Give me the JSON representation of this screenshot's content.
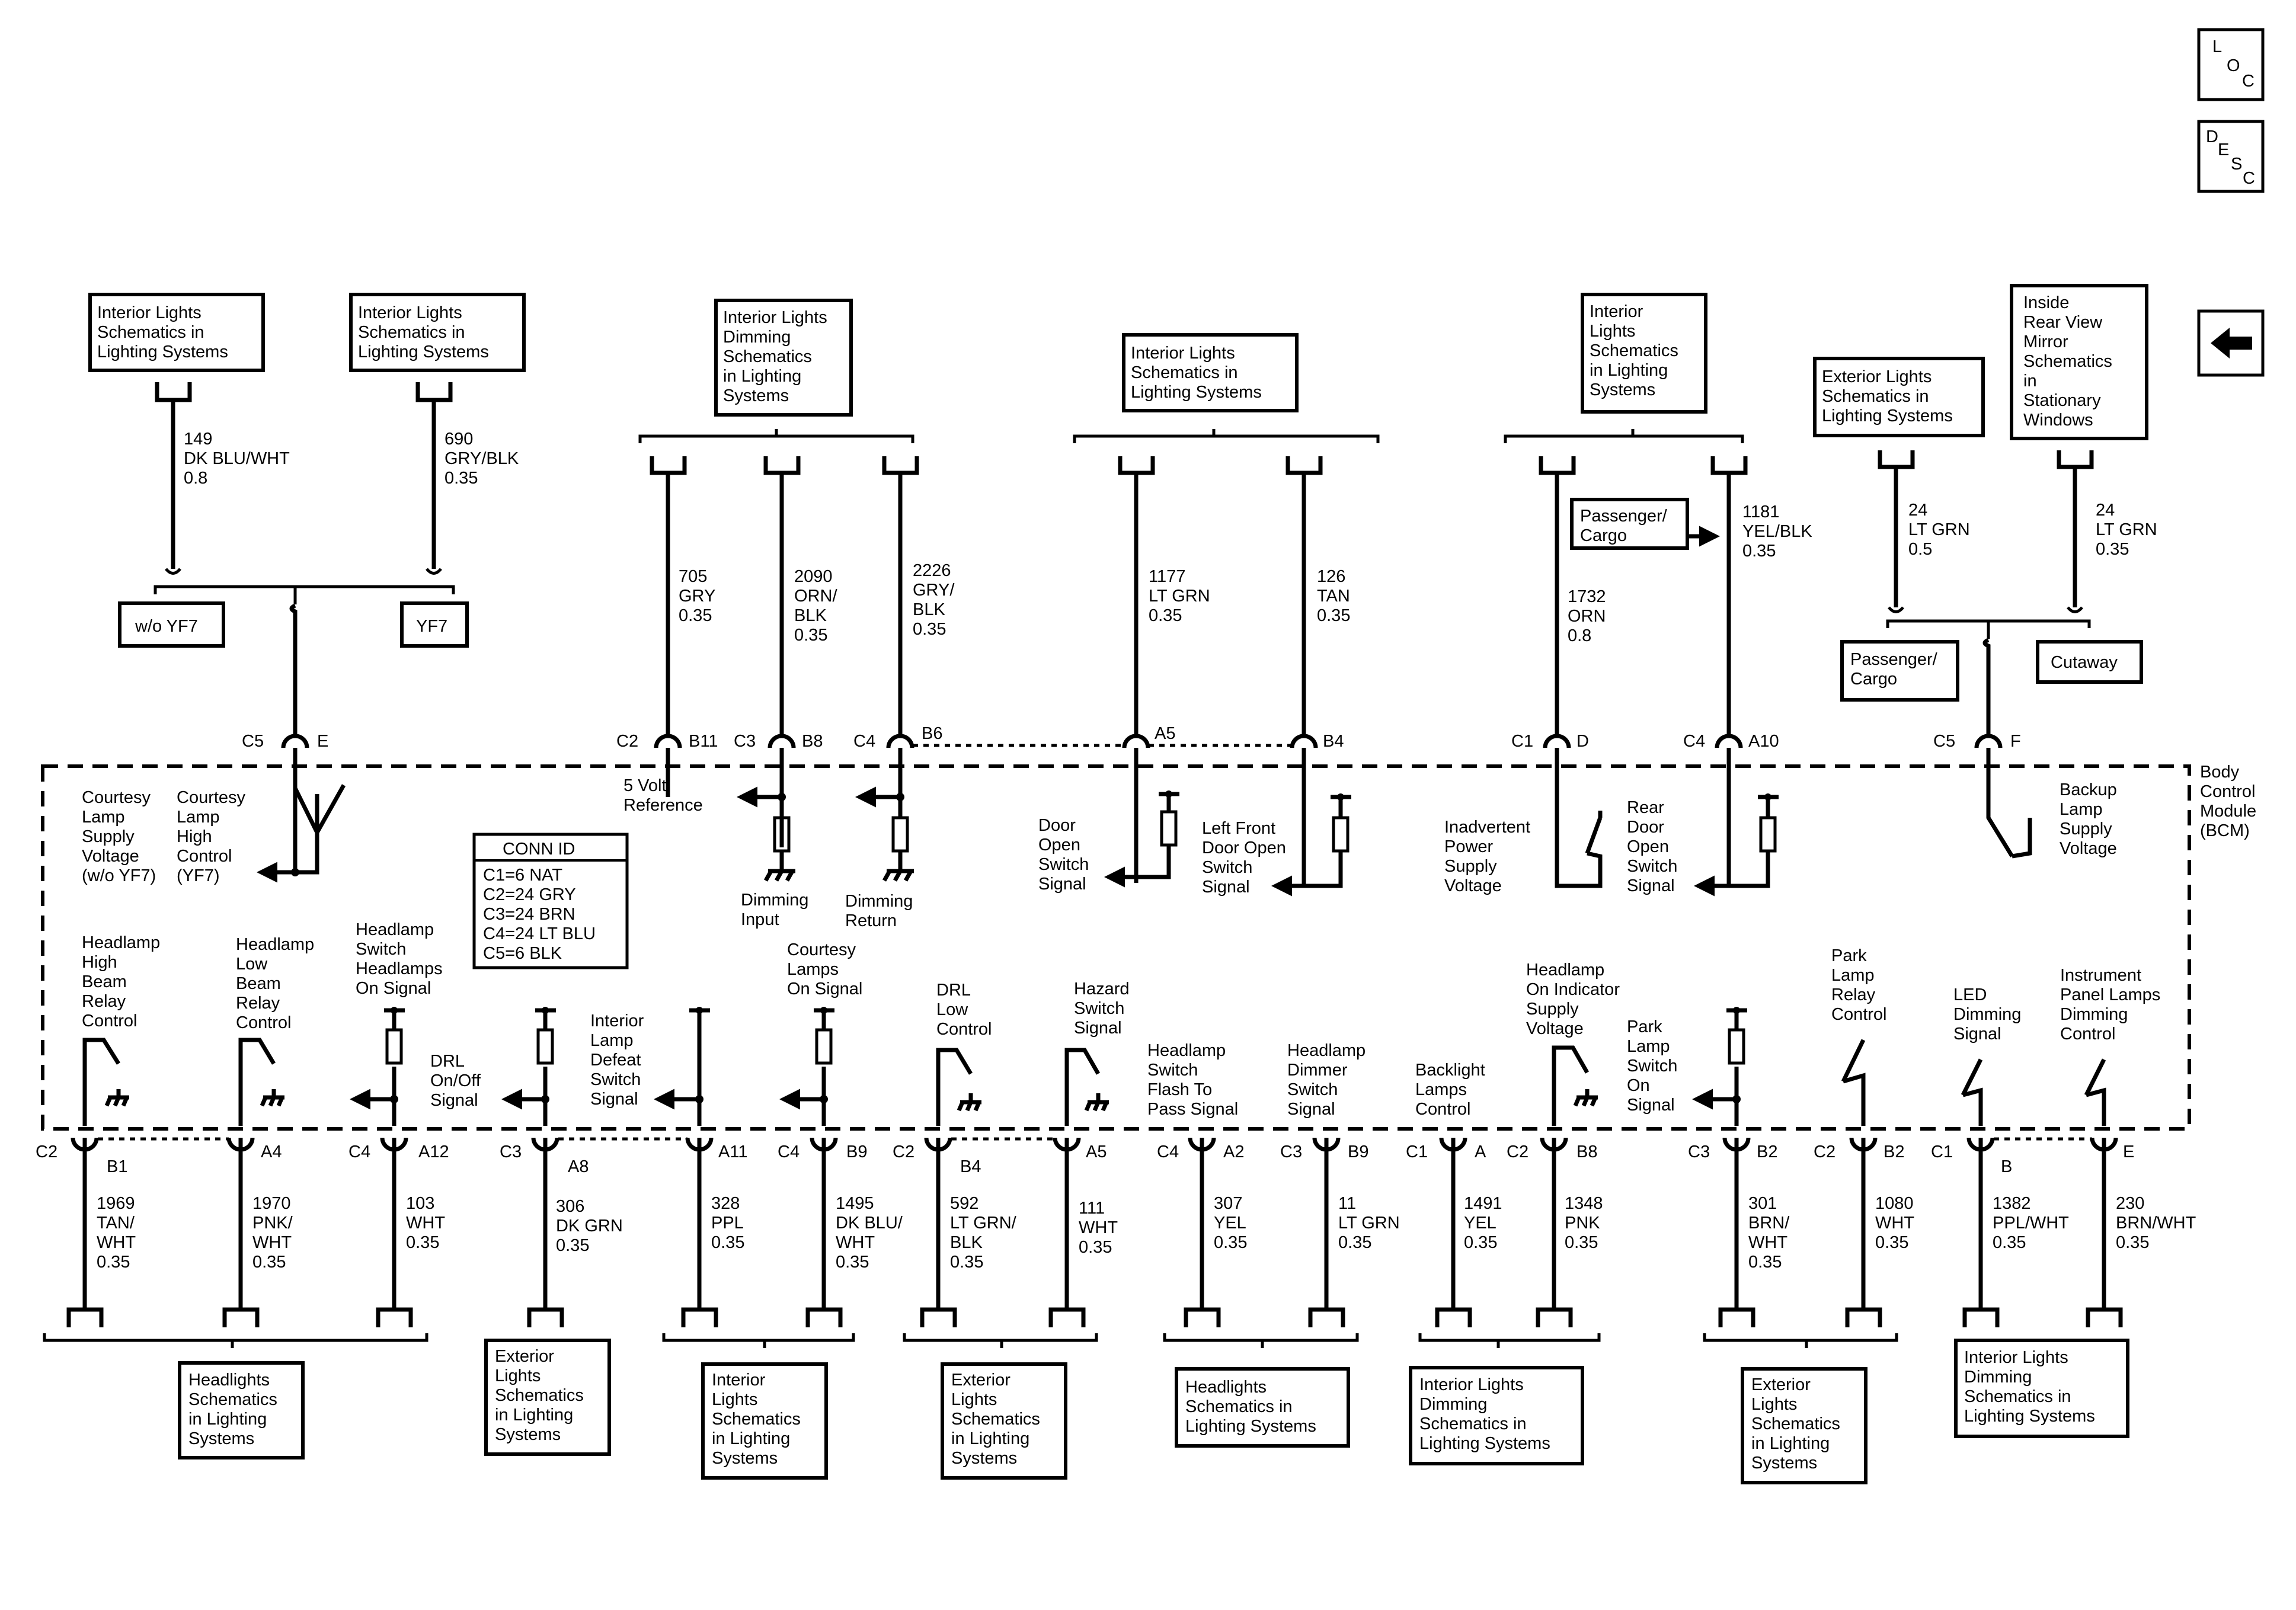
{
  "nav": {
    "loc": [
      "L",
      "O",
      "C"
    ],
    "desc": [
      "D",
      "E",
      "S",
      "C"
    ],
    "back_arrow": "left-arrow-icon"
  },
  "module": {
    "name": [
      "Body",
      "Control",
      "Module",
      "(BCM)"
    ]
  },
  "conn_id": {
    "title": "CONN ID",
    "rows": [
      "C1=6 NAT",
      "C2=24 GRY",
      "C3=24 BRN",
      "C4=24 LT BLU",
      "C5=6 BLK"
    ]
  },
  "options": {
    "wo_yf7": "w/o YF7",
    "yf7": "YF7",
    "passenger_cargo": [
      "Passenger/",
      "Cargo"
    ],
    "cutaway": "Cutaway"
  },
  "top_refs": [
    [
      "Interior Lights",
      "Schematics in",
      "Lighting Systems"
    ],
    [
      "Interior Lights",
      "Schematics in",
      "Lighting Systems"
    ],
    [
      "Interior Lights",
      "Dimming",
      "Schematics",
      "in Lighting",
      "Systems"
    ],
    [
      "Interior Lights",
      "Schematics in",
      "Lighting Systems"
    ],
    [
      "Interior",
      "Lights",
      "Schematics",
      "in Lighting",
      "Systems"
    ],
    [
      "Exterior Lights",
      "Schematics in",
      "Lighting Systems"
    ],
    [
      "Inside",
      "Rear View",
      "Mirror",
      "Schematics",
      "in",
      "Stationary",
      "Windows"
    ]
  ],
  "bottom_refs": [
    [
      "Headlights",
      "Schematics",
      "in Lighting",
      "Systems"
    ],
    [
      "Exterior",
      "Lights",
      "Schematics",
      "in Lighting",
      "Systems"
    ],
    [
      "Interior",
      "Lights",
      "Schematics",
      "in Lighting",
      "Systems"
    ],
    [
      "Exterior",
      "Lights",
      "Schematics",
      "in Lighting",
      "Systems"
    ],
    [
      "Headlights",
      "Schematics in",
      "Lighting Systems"
    ],
    [
      "Interior Lights",
      "Dimming",
      "Schematics in",
      "Lighting Systems"
    ],
    [
      "Exterior",
      "Lights",
      "Schematics",
      "in Lighting",
      "Systems"
    ],
    [
      "Interior Lights",
      "Dimming",
      "Schematics in",
      "Lighting Systems"
    ]
  ],
  "top_wires": [
    [
      "149",
      "DK BLU/WHT",
      "0.8"
    ],
    [
      "690",
      "GRY/BLK",
      "0.35"
    ],
    [
      "705",
      "GRY",
      "0.35"
    ],
    [
      "2090",
      "ORN/",
      "BLK",
      "0.35"
    ],
    [
      "2226",
      "GRY/",
      "BLK",
      "0.35"
    ],
    [
      "1177",
      "LT GRN",
      "0.35"
    ],
    [
      "126",
      "TAN",
      "0.35"
    ],
    [
      "1732",
      "ORN",
      "0.8"
    ],
    [
      "1181",
      "YEL/BLK",
      "0.35"
    ],
    [
      "24",
      "LT GRN",
      "0.5"
    ],
    [
      "24",
      "LT GRN",
      "0.35"
    ]
  ],
  "top_pins": [
    [
      "C5",
      "E"
    ],
    [
      "C2",
      "B11"
    ],
    [
      "C3",
      "B8"
    ],
    [
      "C4",
      "B6"
    ],
    [
      "",
      "A5"
    ],
    [
      "",
      "B4"
    ],
    [
      "C1",
      "D"
    ],
    [
      "C4",
      "A10"
    ],
    [
      "C5",
      "F"
    ]
  ],
  "top_signals": [
    [
      "Courtesy",
      "Lamp",
      "Supply",
      "Voltage",
      "(w/o YF7)"
    ],
    [
      "Courtesy",
      "Lamp",
      "High",
      "Control",
      "(YF7)"
    ],
    [
      "5 Volt",
      "Reference"
    ],
    [
      "Dimming",
      "Input"
    ],
    [
      "Dimming",
      "Return"
    ],
    [
      "Door",
      "Open",
      "Switch",
      "Signal"
    ],
    [
      "Left Front",
      "Door Open",
      "Switch",
      "Signal"
    ],
    [
      "Inadvertent",
      "Power",
      "Supply",
      "Voltage"
    ],
    [
      "Rear",
      "Door",
      "Open",
      "Switch",
      "Signal"
    ],
    [
      "Backup",
      "Lamp",
      "Supply",
      "Voltage"
    ]
  ],
  "bottom_signals": [
    [
      "Headlamp",
      "High",
      "Beam",
      "Relay",
      "Control"
    ],
    [
      "Headlamp",
      "Low",
      "Beam",
      "Relay",
      "Control"
    ],
    [
      "Headlamp",
      "Switch",
      "Headlamps",
      "On Signal"
    ],
    [
      "DRL",
      "On/Off",
      "Signal"
    ],
    [
      "Interior",
      "Lamp",
      "Defeat",
      "Switch",
      "Signal"
    ],
    [
      "Courtesy",
      "Lamps",
      "On Signal"
    ],
    [
      "DRL",
      "Low",
      "Control"
    ],
    [
      "Hazard",
      "Switch",
      "Signal"
    ],
    [
      "Headlamp",
      "Switch",
      "Flash To",
      "Pass Signal"
    ],
    [
      "Headlamp",
      "Dimmer",
      "Switch",
      "Signal"
    ],
    [
      "Backlight",
      "Lamps",
      "Control"
    ],
    [
      "Headlamp",
      "On Indicator",
      "Supply",
      "Voltage"
    ],
    [
      "Park",
      "Lamp",
      "Switch",
      "On",
      "Signal"
    ],
    [
      "Park",
      "Lamp",
      "Relay",
      "Control"
    ],
    [
      "LED",
      "Dimming",
      "Signal"
    ],
    [
      "Instrument",
      "Panel Lamps",
      "Dimming",
      "Control"
    ]
  ],
  "bottom_pins": [
    [
      "C2",
      "B1"
    ],
    [
      "",
      "A4"
    ],
    [
      "C4",
      "A12"
    ],
    [
      "C3",
      "A8"
    ],
    [
      "",
      "A11"
    ],
    [
      "C4",
      "B9"
    ],
    [
      "C2",
      "B4"
    ],
    [
      "",
      "A5"
    ],
    [
      "C4",
      "A2"
    ],
    [
      "C3",
      "B9"
    ],
    [
      "C1",
      "A"
    ],
    [
      "C2",
      "B8"
    ],
    [
      "C3",
      "B2"
    ],
    [
      "C2",
      "B2"
    ],
    [
      "C1",
      "B"
    ],
    [
      "",
      "E"
    ]
  ],
  "bottom_wires": [
    [
      "1969",
      "TAN/",
      "WHT",
      "0.35"
    ],
    [
      "1970",
      "PNK/",
      "WHT",
      "0.35"
    ],
    [
      "103",
      "WHT",
      "0.35"
    ],
    [
      "306",
      "DK GRN",
      "0.35"
    ],
    [
      "328",
      "PPL",
      "0.35"
    ],
    [
      "1495",
      "DK BLU/",
      "WHT",
      "0.35"
    ],
    [
      "592",
      "LT GRN/",
      "BLK",
      "0.35"
    ],
    [
      "111",
      "WHT",
      "0.35"
    ],
    [
      "307",
      "YEL",
      "0.35"
    ],
    [
      "11",
      "LT GRN",
      "0.35"
    ],
    [
      "1491",
      "YEL",
      "0.35"
    ],
    [
      "1348",
      "PNK",
      "0.35"
    ],
    [
      "301",
      "BRN/",
      "WHT",
      "0.35"
    ],
    [
      "1080",
      "WHT",
      "0.35"
    ],
    [
      "1382",
      "PPL/WHT",
      "0.35"
    ],
    [
      "230",
      "BRN/WHT",
      "0.35"
    ]
  ]
}
